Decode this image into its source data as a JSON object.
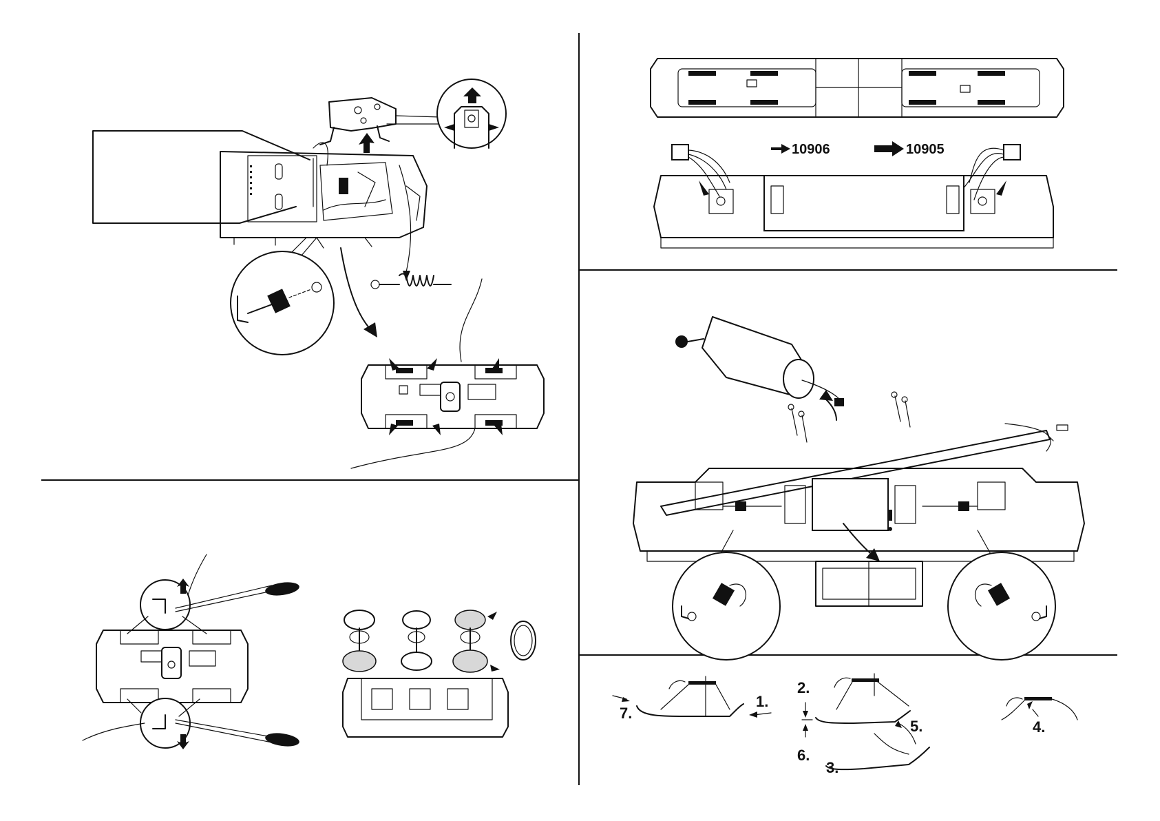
{
  "part_numbers": {
    "small_part": "10906",
    "large_part": "10905"
  },
  "steps": {
    "s1": "1.",
    "s2": "2.",
    "s3": "3.",
    "s4": "4.",
    "s5": "5.",
    "s6": "6.",
    "s7": "7."
  },
  "colors": {
    "ink": "#111111",
    "paper": "#ffffff",
    "shade": "#d8d8d8"
  }
}
